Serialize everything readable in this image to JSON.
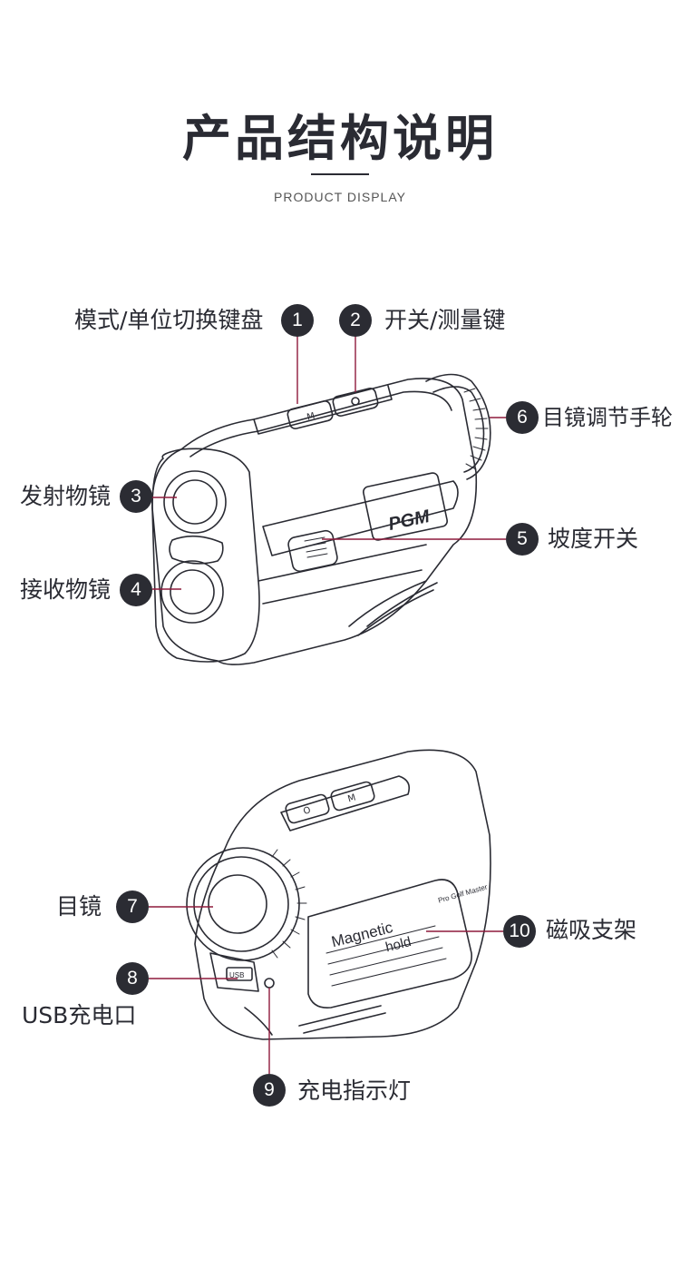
{
  "header": {
    "title": "产品结构说明",
    "subtitle": "PRODUCT DISPLAY"
  },
  "colors": {
    "text": "#2a2b33",
    "badge": "#2b2c33",
    "leader": "#8e1a3c"
  },
  "device_front": {
    "brand_mark": "PGM",
    "callouts": [
      {
        "number": "1",
        "label": "模式/单位切换键盘"
      },
      {
        "number": "2",
        "label": "开关/测量键"
      },
      {
        "number": "3",
        "label": "发射物镜"
      },
      {
        "number": "4",
        "label": "接收物镜"
      },
      {
        "number": "5",
        "label": "坡度开关"
      },
      {
        "number": "6",
        "label": "目镜调节手轮"
      }
    ]
  },
  "device_back": {
    "plate_text": [
      "Magnetic",
      "hold"
    ],
    "side_text": "Pro Golf Master",
    "usb_port_text": "USB",
    "callouts": [
      {
        "number": "7",
        "label": "目镜"
      },
      {
        "number": "8",
        "label": "USB充电口"
      },
      {
        "number": "9",
        "label": "充电指示灯"
      },
      {
        "number": "10",
        "label": "磁吸支架"
      }
    ]
  }
}
